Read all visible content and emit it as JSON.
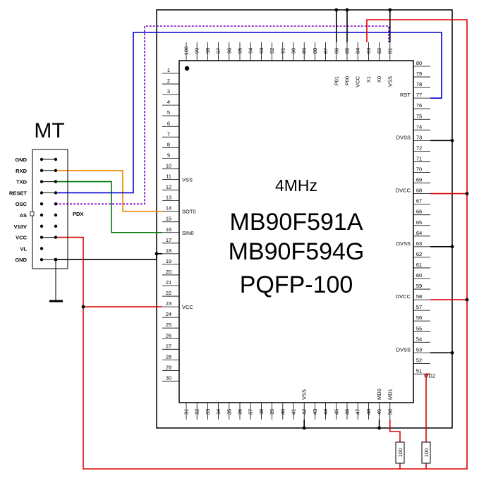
{
  "connector": {
    "title": "MT",
    "tag": "PDX",
    "pins": [
      "GND",
      "RXD",
      "TXD",
      "RESET",
      "OSC",
      "AS",
      "V10V",
      "VCC",
      "VL",
      "GND"
    ]
  },
  "chip": {
    "freq": "4MHz",
    "name1": "MB90F591A",
    "name2": "MB90F594G",
    "package": "PQFP-100",
    "left_labels": {
      "11": "VSS",
      "14": "SOT0",
      "16": "SIN0",
      "23": "VCC"
    },
    "right_labels": {
      "77": "RST",
      "73": "DVSS",
      "68": "DVCC",
      "63": "DVSS",
      "58": "DVCC",
      "53": "DVSS",
      "51": "MD2"
    },
    "top_labels": {
      "86": "P01",
      "85": "P00",
      "84": "VCC",
      "83": "X1",
      "82": "X0",
      "81": "VSS"
    },
    "bottom_labels": {
      "42": "VSS",
      "49": "MD0",
      "50": "MD1"
    }
  },
  "resistors": [
    "100",
    "100"
  ],
  "colors": {
    "red": "#dd0000",
    "blue": "#0000cc",
    "green": "#007700",
    "orange": "#ee8800",
    "purple": "#7700cc",
    "black": "#000000"
  }
}
